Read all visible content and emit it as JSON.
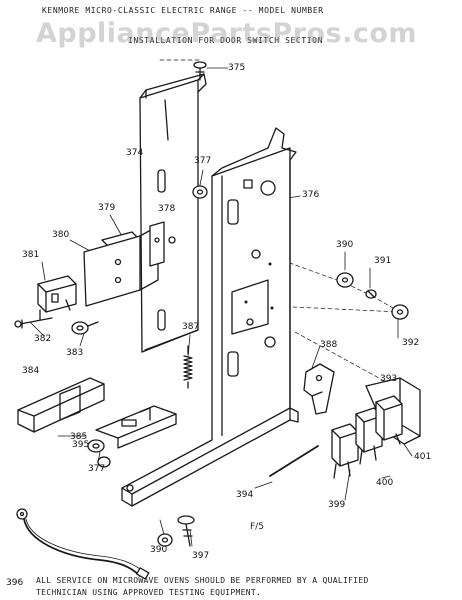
{
  "header": {
    "line1": "KENMORE  MICRO-CLASSIC ELECTRIC RANGE -- MODEL NUMBER",
    "line2": "INSTALLATION FOR DOOR SWITCH SECTION"
  },
  "watermark": "AppliancePartsPros.com",
  "footer": {
    "line1": "ALL SERVICE ON MICROWAVE OVENS SHOULD BE PERFORMED BY A QUALIFIED",
    "line2": "TECHNICIAN USING APPROVED TESTING EQUIPMENT."
  },
  "page_label": "F/5",
  "parts": {
    "p374": "374",
    "p375": "375",
    "p376": "376",
    "p377a": "377",
    "p377b": "377",
    "p378": "378",
    "p379": "379",
    "p380": "380",
    "p381": "381",
    "p382": "382",
    "p383": "383",
    "p384": "384",
    "p385": "385",
    "p387": "387",
    "p388": "388",
    "p390a": "390",
    "p390b": "390",
    "p391": "391",
    "p392": "392",
    "p393": "393",
    "p394": "394",
    "p395": "395",
    "p396": "396",
    "p397": "397",
    "p399": "399",
    "p400": "400",
    "p401": "401"
  }
}
